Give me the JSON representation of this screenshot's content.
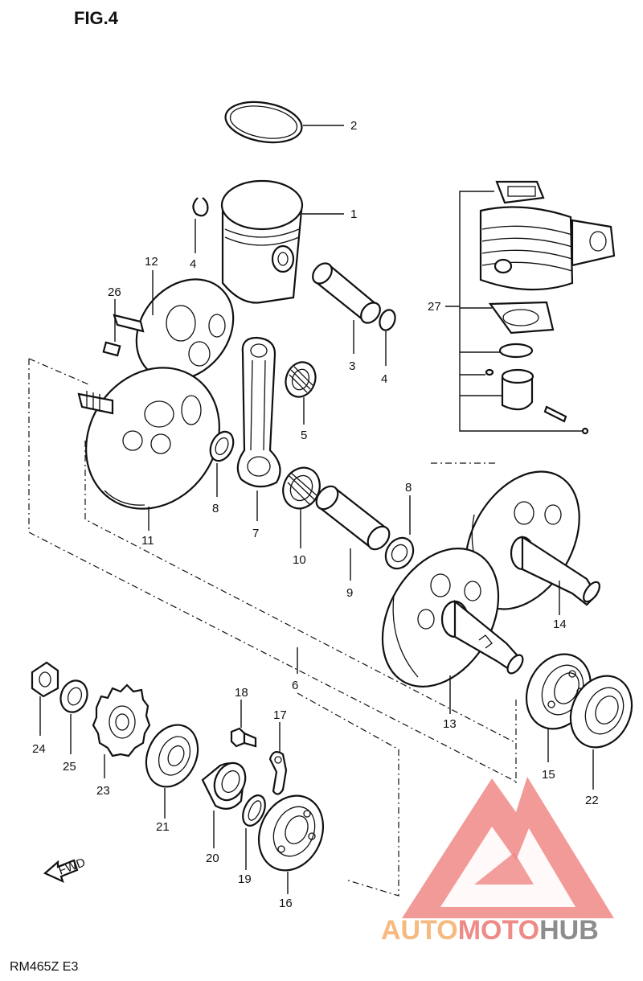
{
  "figure": {
    "title": "FIG.4",
    "code": "RM465Z E3",
    "arrow_text": "FWD"
  },
  "parts": [
    {
      "id": "p2",
      "label": "2"
    },
    {
      "id": "p1",
      "label": "1"
    },
    {
      "id": "p4a",
      "label": "4"
    },
    {
      "id": "p12",
      "label": "12"
    },
    {
      "id": "p26",
      "label": "26"
    },
    {
      "id": "p3",
      "label": "3"
    },
    {
      "id": "p4b",
      "label": "4"
    },
    {
      "id": "p27",
      "label": "27"
    },
    {
      "id": "p5",
      "label": "5"
    },
    {
      "id": "p8a",
      "label": "8"
    },
    {
      "id": "p7",
      "label": "7"
    },
    {
      "id": "p11",
      "label": "11"
    },
    {
      "id": "p10",
      "label": "10"
    },
    {
      "id": "p8b",
      "label": "8"
    },
    {
      "id": "p9",
      "label": "9"
    },
    {
      "id": "p14",
      "label": "14"
    },
    {
      "id": "p6",
      "label": "6"
    },
    {
      "id": "p13",
      "label": "13"
    },
    {
      "id": "p18",
      "label": "18"
    },
    {
      "id": "p17",
      "label": "17"
    },
    {
      "id": "p24",
      "label": "24"
    },
    {
      "id": "p25",
      "label": "25"
    },
    {
      "id": "p23",
      "label": "23"
    },
    {
      "id": "p21",
      "label": "21"
    },
    {
      "id": "p20",
      "label": "20"
    },
    {
      "id": "p19",
      "label": "19"
    },
    {
      "id": "p16",
      "label": "16"
    },
    {
      "id": "p15",
      "label": "15"
    },
    {
      "id": "p22",
      "label": "22"
    }
  ],
  "watermark": {
    "word1": "AUTO",
    "word2": "MOTO",
    "word3": "HUB",
    "colors": [
      "#f6b980",
      "#ef8a86",
      "#8d8d8d"
    ]
  }
}
